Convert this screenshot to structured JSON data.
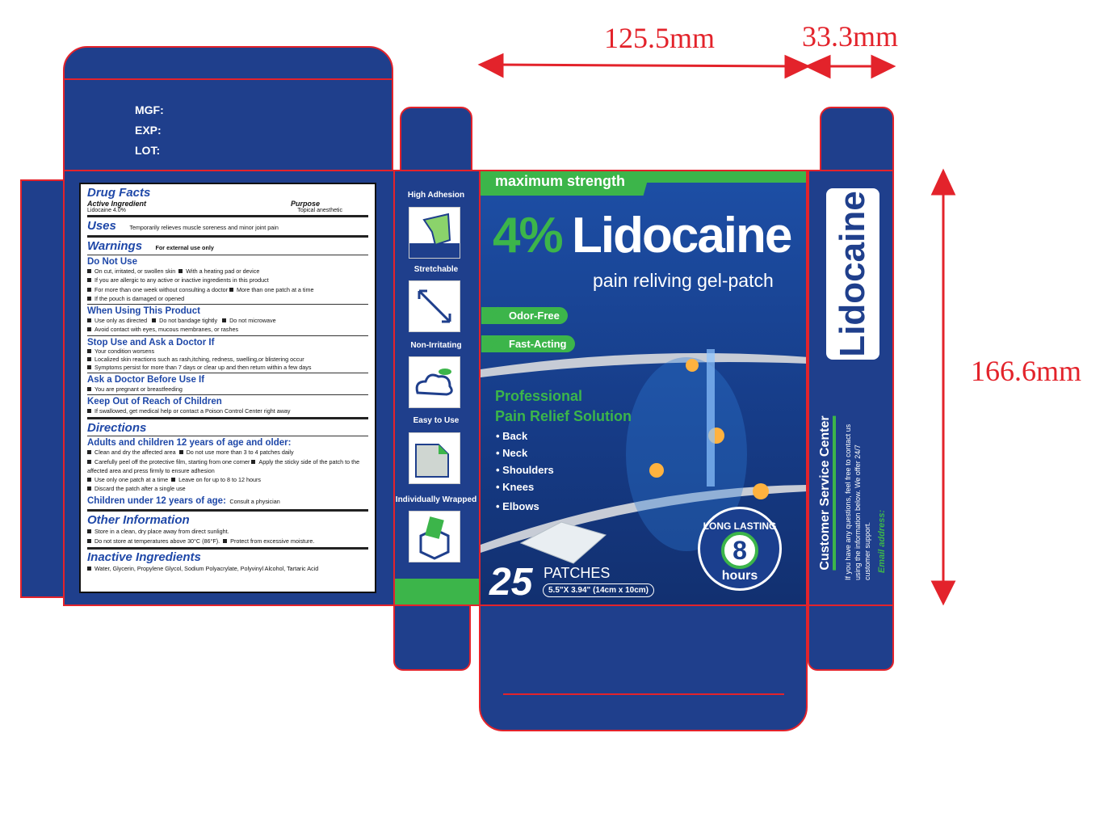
{
  "dimensions": {
    "width": "125.5mm",
    "depth": "33.3mm",
    "height": "166.6mm"
  },
  "top_flap": {
    "mgf": "MGF:",
    "exp": "EXP:",
    "lot": "LOT:"
  },
  "drug_facts": {
    "title": "Drug Facts",
    "active_ingredient_label": "Active Ingredient",
    "purpose_label": "Purpose",
    "active_ingredient": "Lidocaine 4.0%",
    "purpose": "Topical anesthetic",
    "uses_title": "Uses",
    "uses": "Temporarily relieves muscle soreness and minor joint pain",
    "warnings_title": "Warnings",
    "warnings_sub": "For external use only",
    "do_not_use_title": "Do Not Use",
    "do_not_use": [
      "On cut, irritated, or swollen skin",
      "With a heating pad or device",
      "If you are allergic to any active or inactive ingredients in this product",
      "For more than one week without consulting a doctor",
      "More than one patch at a time",
      "If the pouch is damaged or opened"
    ],
    "when_using_title": "When Using This Product",
    "when_using": [
      "Use only as directed",
      "Do not bandage tightly",
      "Do not microwave",
      "Avoid contact with eyes, mucous membranes, or rashes"
    ],
    "stop_use_title": "Stop Use and Ask a Doctor If",
    "stop_use": [
      "Your condition worsens",
      "Localized skin reactions such as rash,itching, redness, swelling,or blistering occur",
      "Symptoms persist for more than 7 days or clear up and then return within a few days"
    ],
    "ask_doctor_title": "Ask a Doctor Before Use If",
    "ask_doctor": [
      "You are pregnant or breastfeeding"
    ],
    "keep_out_title": "Keep Out of Reach of Children",
    "keep_out": [
      "If swallowed, get medical help or contact a Poison Control Center right away"
    ],
    "directions_title": "Directions",
    "adults_title": "Adults and children 12 years of age and older:",
    "directions": [
      "Clean and dry the affected area",
      "Do not use more than 3 to 4 patches daily",
      "Carefully peel off the protective film, starting from one corner",
      "Apply the sticky side of the patch to the affected area and press firmly to ensure adhesion",
      "Use only one patch at a time",
      "Leave on for up to 8 to 12 hours",
      "Discard the patch after a single use"
    ],
    "children_title": "Children under 12 years of age:",
    "children": "Consult a physician",
    "other_title": "Other Information",
    "other": [
      "Store in a clean, dry place away from direct sunlight.",
      "Do not store at temperatures above 30°C (86°F).",
      "Protect from excessive moisture."
    ],
    "inactive_title": "Inactive Ingredients",
    "inactive": "Water, Glycerin, Propylene Glycol, Sodium Polyacrylate, Polyvinyl Alcohol, Tartaric Acid"
  },
  "features": [
    "High Adhesion",
    "Stretchable",
    "Non-Irritating",
    "Easy to Use",
    "Individually Wrapped"
  ],
  "front": {
    "banner": "maximum strength",
    "percent": "4%",
    "brand": "Lidocaine",
    "subtitle": "pain reliving gel-patch",
    "badges": [
      "Odor-Free",
      "Fast-Acting"
    ],
    "solution": [
      "Professional",
      "Pain Relief Solution"
    ],
    "areas": [
      "Back",
      "Neck",
      "Shoulders",
      "Knees",
      "Elbows"
    ],
    "count": "25",
    "count_label": "PATCHES",
    "size": "5.5\"X 3.94\" (14cm x 10cm)",
    "seal_top": "LONG LASTING",
    "seal_num": "8",
    "seal_bottom": "hours"
  },
  "side": {
    "brand": "Lidocaine",
    "cs_title": "Customer Service Center",
    "cs_text": "If you have any questions, feel free to contact us using the information below. We offer 24/7 customer support.",
    "email_label": "Email address:"
  },
  "colors": {
    "blue": "#1f3f8c",
    "green": "#3cb54a",
    "red": "#e3232b"
  }
}
